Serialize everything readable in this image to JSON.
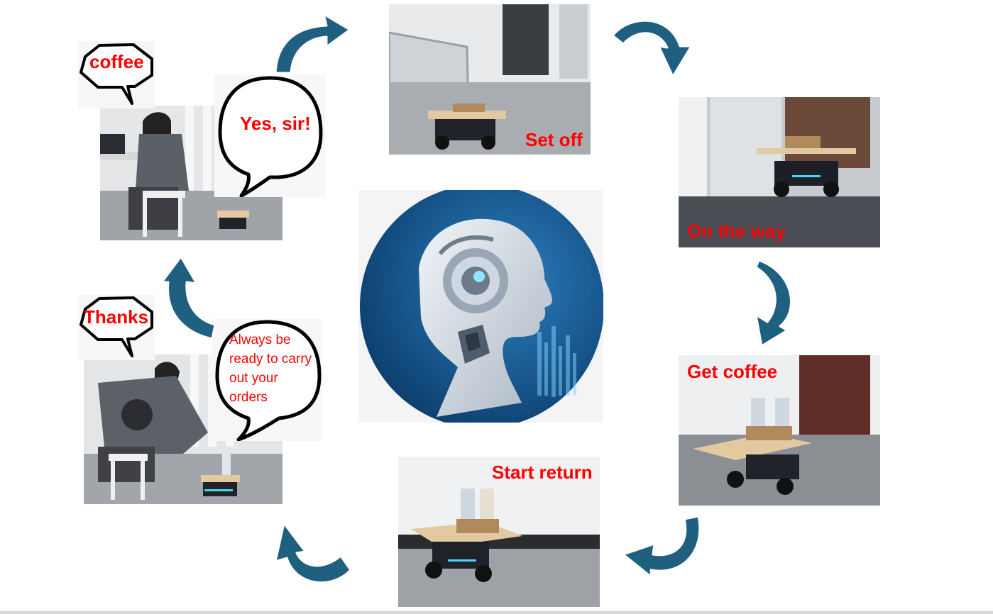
{
  "center": {
    "image": "humanoid-robot-profile-icon"
  },
  "steps": [
    {
      "id": "set-off",
      "caption": "Set off"
    },
    {
      "id": "on-the-way",
      "caption": "On the way"
    },
    {
      "id": "get-coffee",
      "caption": "Get coffee"
    },
    {
      "id": "start-return",
      "caption": "Start return"
    }
  ],
  "request": {
    "user_says": "coffee",
    "robot_says": "Yes, sir!"
  },
  "delivery": {
    "user_says": "Thanks",
    "robot_says": "Always be ready to carry out your orders"
  },
  "colors": {
    "arrow": "#1f5f80",
    "arrow_outline": "#ffffff",
    "caption": "#ff0000",
    "center_bg": "#0d3f6e"
  }
}
